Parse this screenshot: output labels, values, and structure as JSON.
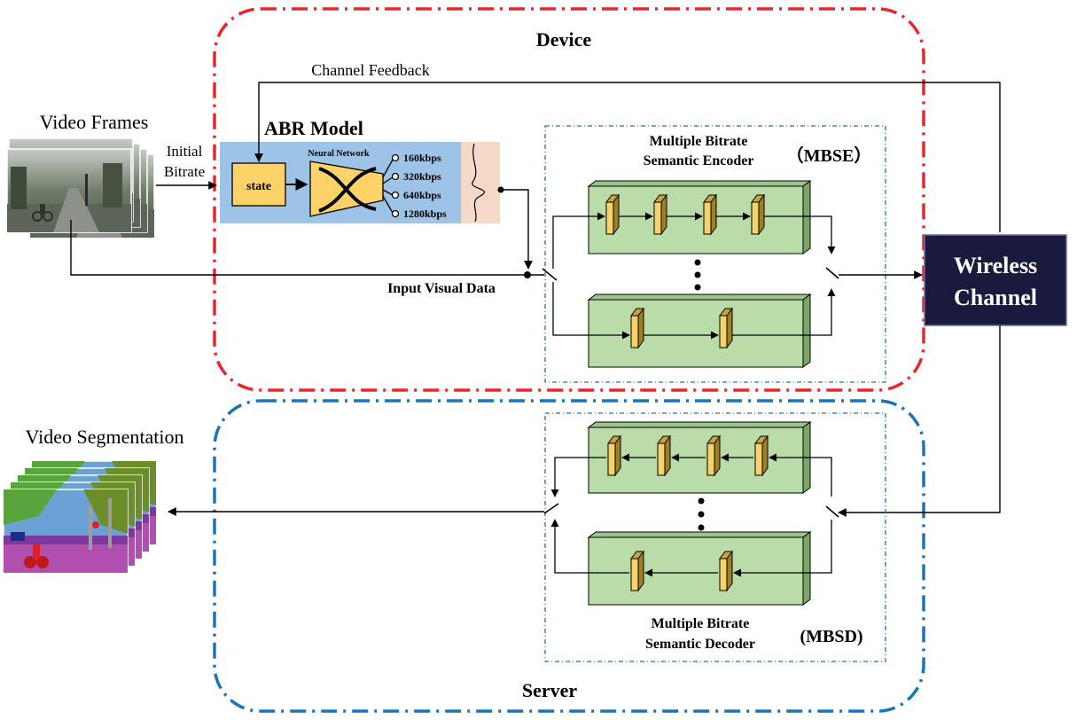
{
  "regions": {
    "device": "Device",
    "server": "Server"
  },
  "labels": {
    "channel_feedback": "Channel Feedback",
    "video_frames": "Video Frames",
    "initial_bitrate_line1": "Initial",
    "initial_bitrate_line2": "Bitrate",
    "input_visual_data": "Input Visual Data",
    "video_segmentation": "Video Segmentation"
  },
  "abr": {
    "title": "ABR Model",
    "neural_network": "Neural Network",
    "state": "state",
    "bitrates": [
      "160kbps",
      "320kbps",
      "640kbps",
      "1280kbps"
    ]
  },
  "mbse": {
    "title_line1": "Multiple Bitrate",
    "title_line2": "Semantic Encoder",
    "abbr": "（MBSE）"
  },
  "mbsd": {
    "title_line1": "Multiple Bitrate",
    "title_line2": "Semantic Decoder",
    "abbr": "(MBSD)"
  },
  "wireless": {
    "line1": "Wireless",
    "line2": "Channel"
  },
  "colors": {
    "device_border": "#e8262c",
    "server_border": "#1a74b8",
    "abr_bg": "#9dc3e6",
    "state_fill": "#fdd268",
    "layer_block": "#b9dca8",
    "conv_fill": "#f5d26a",
    "wireless_bg": "#1a1a3e",
    "prob_bg": "#f5d9c8"
  }
}
